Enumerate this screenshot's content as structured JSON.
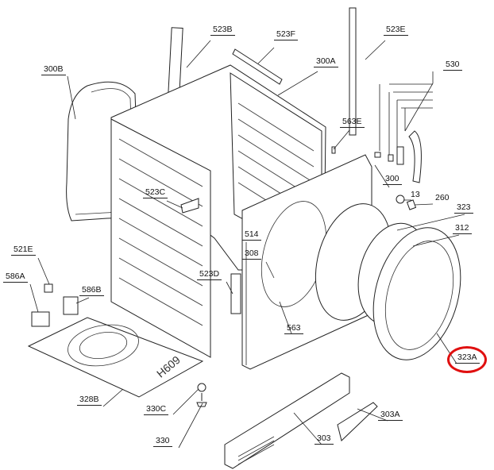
{
  "diagram": {
    "type": "exploded parts diagram",
    "highlight_color": "#e01010",
    "highlighted_part": "323A",
    "base_marking": "H609",
    "labels": {
      "p523B": "523B",
      "p523F": "523F",
      "p523E": "523E",
      "p300B": "300B",
      "p300A": "300A",
      "p530": "530",
      "p563E": "563E",
      "p523C": "523C",
      "p300": "300",
      "p13": "13",
      "p260": "260",
      "p323": "323",
      "p312": "312",
      "p514": "514",
      "p308": "308",
      "p521E": "521E",
      "p586A": "586A",
      "p586B": "586B",
      "p523D": "523D",
      "p563": "563",
      "p323A": "323A",
      "p328B": "328B",
      "p330C": "330C",
      "p303A": "303A",
      "p330": "330",
      "p303": "303"
    }
  }
}
